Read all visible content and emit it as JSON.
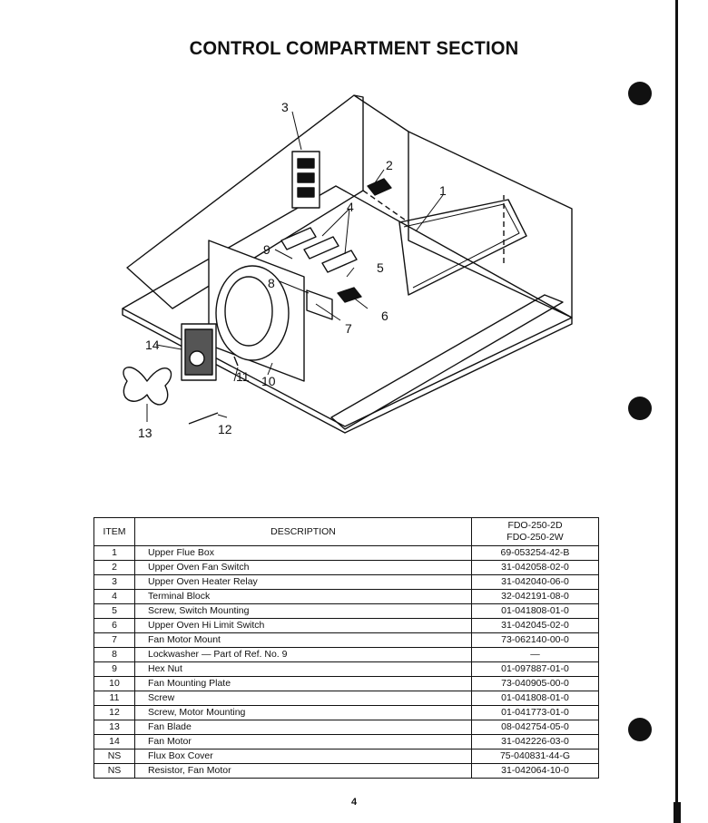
{
  "title": "CONTROL COMPARTMENT SECTION",
  "diagram": {
    "callouts": [
      "1",
      "2",
      "3",
      "4",
      "5",
      "6",
      "7",
      "8",
      "9",
      "10",
      "11",
      "12",
      "13",
      "14"
    ]
  },
  "table": {
    "headers": {
      "item": "ITEM",
      "description": "DESCRIPTION",
      "model_line1": "FDO-250-2D",
      "model_line2": "FDO-250-2W"
    },
    "rows": [
      {
        "item": "1",
        "description": "Upper Flue Box",
        "part": "69-053254-42-B"
      },
      {
        "item": "2",
        "description": "Upper Oven Fan Switch",
        "part": "31-042058-02-0"
      },
      {
        "item": "3",
        "description": "Upper Oven Heater Relay",
        "part": "31-042040-06-0"
      },
      {
        "item": "4",
        "description": "Terminal Block",
        "part": "32-042191-08-0"
      },
      {
        "item": "5",
        "description": "Screw, Switch Mounting",
        "part": "01-041808-01-0"
      },
      {
        "item": "6",
        "description": "Upper Oven Hi Limit Switch",
        "part": "31-042045-02-0"
      },
      {
        "item": "7",
        "description": "Fan Motor Mount",
        "part": "73-062140-00-0"
      },
      {
        "item": "8",
        "description": "Lockwasher — Part of Ref. No. 9",
        "part": "—"
      },
      {
        "item": "9",
        "description": "Hex Nut",
        "part": "01-097887-01-0"
      },
      {
        "item": "10",
        "description": "Fan Mounting Plate",
        "part": "73-040905-00-0"
      },
      {
        "item": "11",
        "description": "Screw",
        "part": "01-041808-01-0"
      },
      {
        "item": "12",
        "description": "Screw, Motor Mounting",
        "part": "01-041773-01-0"
      },
      {
        "item": "13",
        "description": "Fan Blade",
        "part": "08-042754-05-0"
      },
      {
        "item": "14",
        "description": "Fan Motor",
        "part": "31-042226-03-0"
      },
      {
        "item": "NS",
        "description": "Flux Box Cover",
        "part": "75-040831-44-G"
      },
      {
        "item": "NS",
        "description": "Resistor, Fan Motor",
        "part": "31-042064-10-0"
      }
    ]
  },
  "page_number": "4"
}
